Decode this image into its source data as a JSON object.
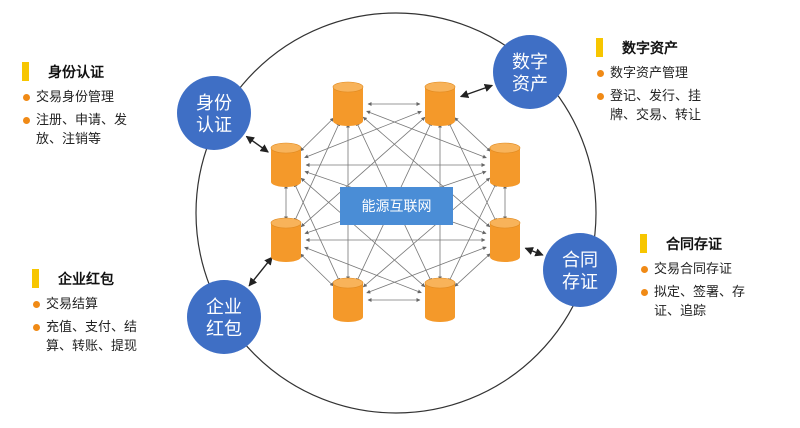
{
  "center_label": "能源互联网",
  "nodes": [
    {
      "id": "identity",
      "label_lines": [
        "身份",
        "认证"
      ]
    },
    {
      "id": "digital",
      "label_lines": [
        "数字",
        "资产"
      ]
    },
    {
      "id": "contract",
      "label_lines": [
        "合同",
        "存证"
      ]
    },
    {
      "id": "redpack",
      "label_lines": [
        "企业",
        "红包"
      ]
    }
  ],
  "panels": [
    {
      "id": "identity",
      "title": "身份认证",
      "bullets": [
        [
          "交易身份管理"
        ],
        [
          "注册、申请、发",
          "放、注销等"
        ]
      ]
    },
    {
      "id": "digital",
      "title": "数字资产",
      "bullets": [
        [
          "数字资产管理"
        ],
        [
          "登记、发行、挂",
          "牌、交易、转让"
        ]
      ]
    },
    {
      "id": "contract",
      "title": "合同存证",
      "bullets": [
        [
          "交易合同存证"
        ],
        [
          "拟定、签署、存",
          "证、追踪"
        ]
      ]
    },
    {
      "id": "redpack",
      "title": "企业红包",
      "bullets": [
        [
          "交易结算"
        ],
        [
          "充值、支付、结",
          "算、转账、提现"
        ]
      ]
    }
  ],
  "colors": {
    "node_fill": "#3f6fc5",
    "cylinder_fill": "#f4992a",
    "cylinder_top": "#f8b35a",
    "center_fill": "#4a8dd6",
    "ring": "#333333",
    "accent_bar": "#f7c600",
    "bullet": "#f08a16"
  }
}
